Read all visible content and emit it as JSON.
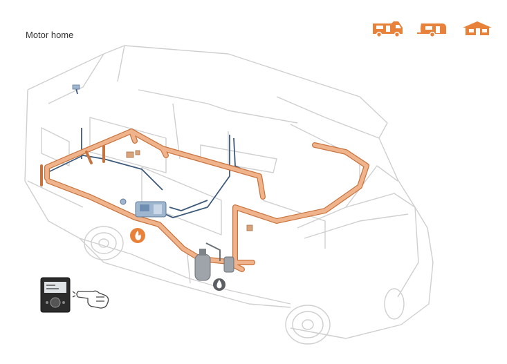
{
  "header": {
    "title": "Motor home"
  },
  "vehicle_selector": {
    "items": [
      {
        "id": "motorhome",
        "icon": "motorhome-icon"
      },
      {
        "id": "caravan",
        "icon": "caravan-icon"
      },
      {
        "id": "cabin",
        "icon": "cabin-icon"
      }
    ]
  },
  "colors": {
    "accent": "#e8823a",
    "duct": "#f0b48c",
    "duct_outline": "#c9743f",
    "water_line": "#3d5a7a",
    "outline": "#c9c9c9",
    "dark": "#2f2f2f"
  },
  "callouts": [
    {
      "id": "gas-heater",
      "icon": "flame-icon"
    },
    {
      "id": "water-heater",
      "icon": "water-drop-icon"
    },
    {
      "id": "control-panel",
      "icon": "control-panel-icon"
    }
  ]
}
